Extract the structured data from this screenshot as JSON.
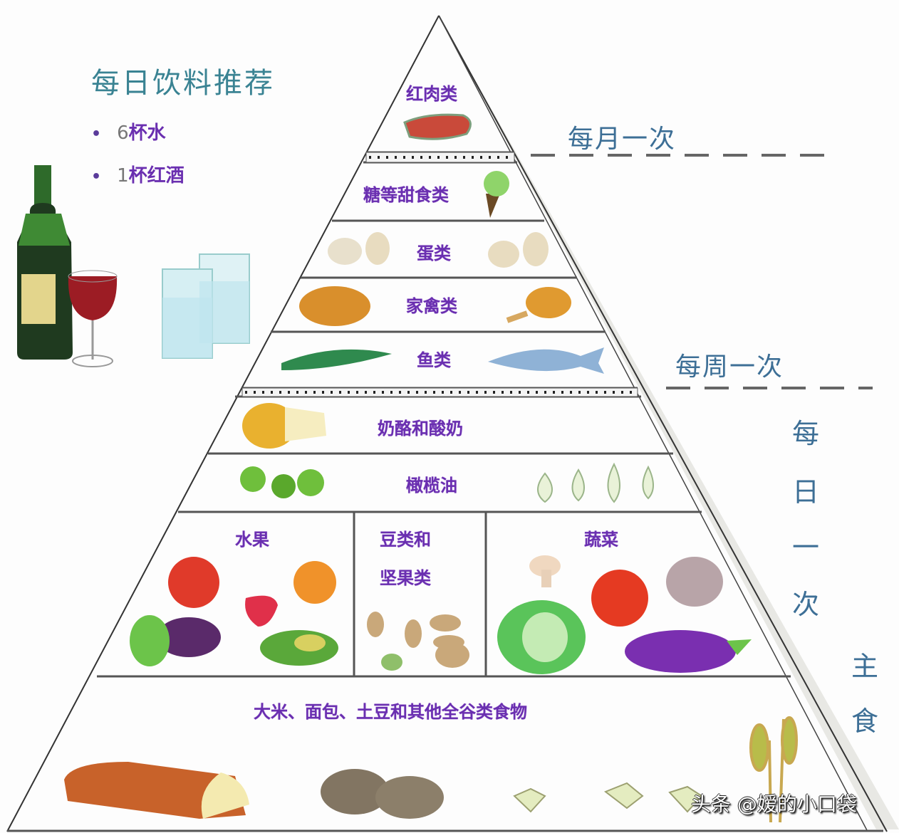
{
  "drinks": {
    "title": "每日饮料推荐",
    "items": [
      {
        "num": "6",
        "text": "杯水"
      },
      {
        "num": "1",
        "text": "杯红酒"
      }
    ]
  },
  "pyramid": {
    "tiers": [
      {
        "label": "红肉类",
        "foods": [
          "steak"
        ]
      },
      {
        "label": "糖等甜食类",
        "foods": [
          "ice-cream-cone"
        ]
      },
      {
        "label": "蛋类",
        "foods": [
          "eggs",
          "eggs"
        ]
      },
      {
        "label": "家禽类",
        "foods": [
          "roast-chicken",
          "chicken-drumstick"
        ]
      },
      {
        "label": "鱼类",
        "foods": [
          "green-fish",
          "blue-fish"
        ]
      },
      {
        "label": "奶酪和酸奶",
        "foods": [
          "cheese-wheel"
        ]
      },
      {
        "label": "橄榄油",
        "foods": [
          "olives",
          "oil-drops"
        ]
      },
      {
        "label": "水果",
        "foods": [
          "apple",
          "strawberry",
          "apricot",
          "grapes",
          "avocado"
        ]
      },
      {
        "label_line1": "豆类和",
        "label_line2": "坚果类",
        "foods": [
          "nuts",
          "beans"
        ]
      },
      {
        "label": "蔬菜",
        "foods": [
          "mushroom",
          "tomato",
          "onion",
          "cabbage",
          "eggplant"
        ]
      },
      {
        "label": "大米、面包、土豆和其他全谷类食物",
        "foods": [
          "bread",
          "potatoes",
          "pasta",
          "wheat"
        ]
      }
    ]
  },
  "frequency": {
    "monthly": "每月一次",
    "weekly": "每周一次",
    "daily": [
      "每",
      "日",
      "一",
      "次"
    ],
    "staple": [
      "主",
      "食"
    ]
  },
  "colors": {
    "label": "#6a2fb0",
    "frequency": "#3d6f96",
    "drink_title": "#3a8393"
  },
  "watermark": "头条 @嫒的小口袋"
}
